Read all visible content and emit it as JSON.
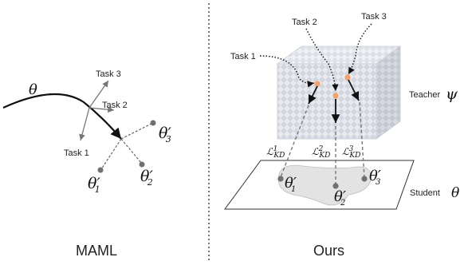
{
  "left_panel": {
    "caption": "MAML",
    "theta": "θ",
    "tasks": [
      "Task 3",
      "Task 2",
      "Task 1"
    ],
    "params": {
      "t1": "θ",
      "t1_sub": "1",
      "t2": "θ",
      "t2_sub": "2",
      "t3": "θ",
      "t3_sub": "3",
      "prime": "′"
    }
  },
  "right_panel": {
    "caption": "Ours",
    "tasks": [
      "Task 1",
      "Task 2",
      "Task 3"
    ],
    "teacher_label": "Teacher",
    "teacher_symbol": "ψ",
    "student_label": "Student",
    "student_symbol": "θ",
    "loss_symbol": "ℒ",
    "loss_sub": "KD",
    "loss_sups": [
      "1",
      "2",
      "3"
    ]
  },
  "colors": {
    "point": "#707070",
    "teacher_point": "#f4a06a",
    "arrow": "#777777",
    "cube_front": "#e6e8ee",
    "student_blob": "#e3e3e3"
  }
}
